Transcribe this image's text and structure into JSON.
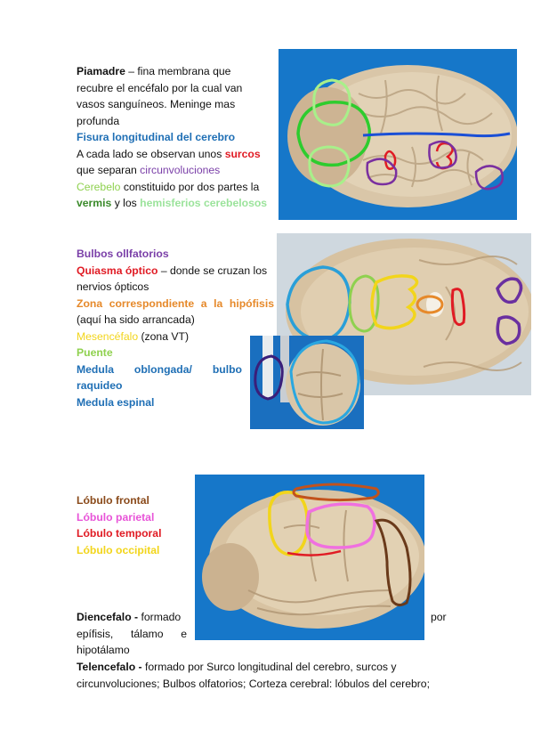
{
  "block1": {
    "piamadre_term": "Piamadre",
    "piamadre_desc_1": " – fina membrana que",
    "piamadre_desc_2": "recubre el encéfalo por la cual van",
    "piamadre_desc_3": "vasos sanguíneos. Meninge mas",
    "piamadre_desc_4": "profunda",
    "fisura": "Fisura longitudinal del cerebro",
    "surcos_pre": "A cada lado se observan unos ",
    "surcos": "surcos",
    "circ_pre": "que separan ",
    "circ": "circunvoluciones",
    "cerebelo": "Cerebelo",
    "cerebelo_desc": " constituido por dos partes la",
    "vermis": "vermis",
    "y_los": " y los ",
    "hemisferios": "hemisferios cerebelosos"
  },
  "block2": {
    "bulbos": "Bulbos ollfatorios",
    "quiasma": "Quiasma óptico",
    "quiasma_desc_1": " – donde se cruzan los",
    "quiasma_desc_2": "nervios ópticos",
    "zona": "Zona correspondiente a la hipófisis",
    "zona_desc": "(aquí ha sido arrancada)",
    "mesencefalo": "Mesencéfalo",
    "mesencefalo_desc": " (zona VT)",
    "puente": "Puente",
    "medula_w1": "Medula",
    "medula_w2": "oblongada/",
    "medula_w3": "bulbo",
    "raquideo": "raquideo",
    "espinal": "Medula espinal"
  },
  "block3": {
    "frontal": "Lóbulo frontal",
    "parietal": "Lóbulo parietal",
    "temporal": "Lóbulo temporal",
    "occipital": "Lóbulo occipital",
    "diencefalo": "Diencefalo -",
    "diencefalo_desc": " formado",
    "por": "por",
    "diencefalo_line2": "epífisis, tálamo e",
    "diencefalo_line3": "hipotálamo",
    "telencefalo": "Telencefalo -",
    "telencefalo_desc_1": " formado por Surco longitudinal del cerebro, surcos y",
    "telencefalo_desc_2": "circunvoluciones; Bulbos olfatorios; Corteza cerebral: lóbulos del cerebro;"
  },
  "colors": {
    "photo_bg": "#1677c9",
    "brain": "#d8c4a6",
    "blue_label": "#1f6fb5",
    "red_label": "#e01b24",
    "purple_label": "#7a3fa8"
  }
}
